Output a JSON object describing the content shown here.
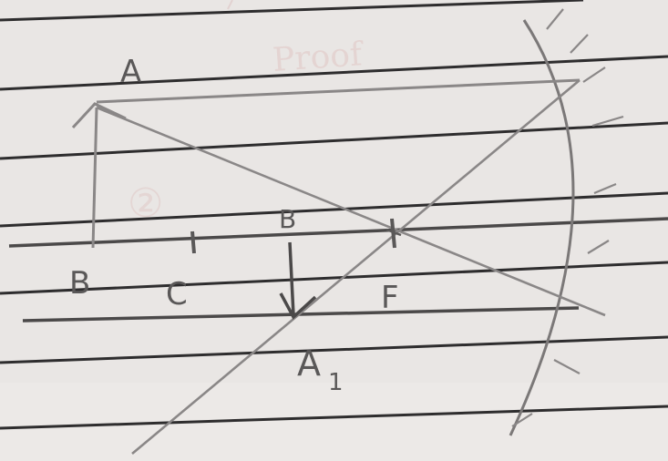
{
  "diagram": {
    "title": "",
    "labels": {
      "object_top": "A",
      "object_base": "B",
      "image_base": "B",
      "image_top": "A",
      "image_top_subscript": "1",
      "centre_of_curvature": "C",
      "focus": "F"
    },
    "ghost_text": {
      "top_faint": "Proof",
      "faint_mark": "②"
    },
    "colors": {
      "paper": "#e9e6e4",
      "ruled_line": "#2e2d2e",
      "pencil": "#8a8787",
      "pencil_dark": "#4b4949",
      "ghost": "#e0c7c5"
    }
  }
}
